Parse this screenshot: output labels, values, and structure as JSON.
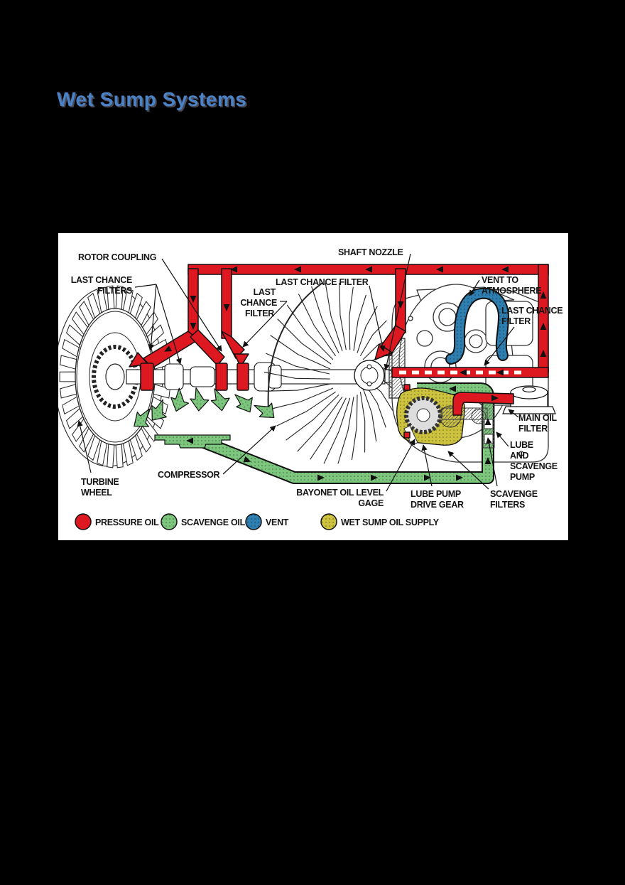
{
  "page": {
    "title": "Wet Sump Systems",
    "background": "#000000"
  },
  "colors": {
    "title_blue": "#4A82C8",
    "pressure_oil": "#DE1821",
    "scavenge_oil": "#7CC67E",
    "vent": "#2E7FAF",
    "wet_sump_oil": "#CCC23E"
  },
  "diagram": {
    "labels": {
      "rotor_coupling": "ROTOR COUPLING",
      "last_chance_filters_1": "LAST CHANCE",
      "last_chance_filters_2": "FILTERS",
      "last_chance_filter_center": "LAST CHANCE FILTER",
      "lcf_stack_1": "LAST",
      "lcf_stack_2": "CHANCE",
      "lcf_stack_3": "FILTER",
      "shaft_nozzle": "SHAFT NOZZLE",
      "vent_to_atmosphere_1": "VENT TO",
      "vent_to_atmosphere_2": "ATMOSPHERE",
      "last_chance_filter_right_1": "LAST CHANCE",
      "last_chance_filter_right_2": "FILTER",
      "main_oil_filter_1": "MAIN OIL",
      "main_oil_filter_2": "FILTER",
      "lube_scavenge_pump_1": "LUBE",
      "lube_scavenge_pump_2": "AND",
      "lube_scavenge_pump_3": "SCAVENGE",
      "lube_scavenge_pump_4": "PUMP",
      "turbine_wheel_1": "TURBINE",
      "turbine_wheel_2": "WHEEL",
      "compressor": "COMPRESSOR",
      "bayonet_1": "BAYONET OIL LEVEL",
      "bayonet_2": "GAGE",
      "lube_pump_drive_gear_1": "LUBE PUMP",
      "lube_pump_drive_gear_2": "DRIVE GEAR",
      "scavenge_filters_1": "SCAVENGE",
      "scavenge_filters_2": "FILTERS"
    },
    "legend": [
      {
        "label": "PRESSURE OIL",
        "color": "#DE1821"
      },
      {
        "label": "SCAVENGE OIL",
        "color": "#7CC67E"
      },
      {
        "label": "VENT",
        "color": "#2E7FAF"
      },
      {
        "label": "WET SUMP OIL SUPPLY",
        "color": "#CCC23E"
      }
    ]
  }
}
